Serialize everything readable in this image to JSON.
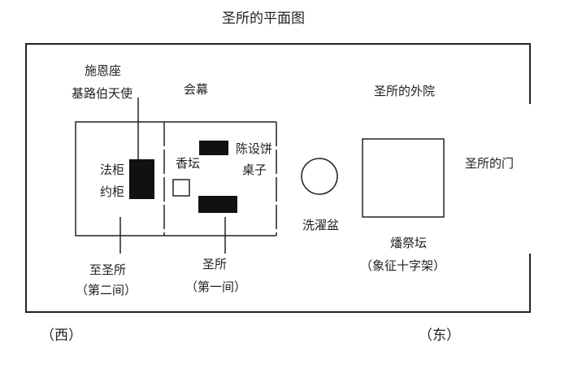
{
  "title": "圣所的平面图",
  "labels": {
    "mercy_seat": "施恩座",
    "cherubim": "基路伯天使",
    "tent": "会幕",
    "outer_court": "圣所的外院",
    "ark_law": "法柜",
    "ark_covenant": "约柜",
    "incense_altar": "香坛",
    "showbread": "陈设饼",
    "table": "桌子",
    "gate": "圣所的门",
    "laver": "洗濯盆",
    "burnt_altar": "燔祭坛",
    "cross": "（象征十字架）",
    "holy_of_holies": "至圣所",
    "second_room": "（第二间）",
    "holy_place": "圣所",
    "first_room": "（第一间）",
    "west": "（西）",
    "east": "（东）"
  }
}
